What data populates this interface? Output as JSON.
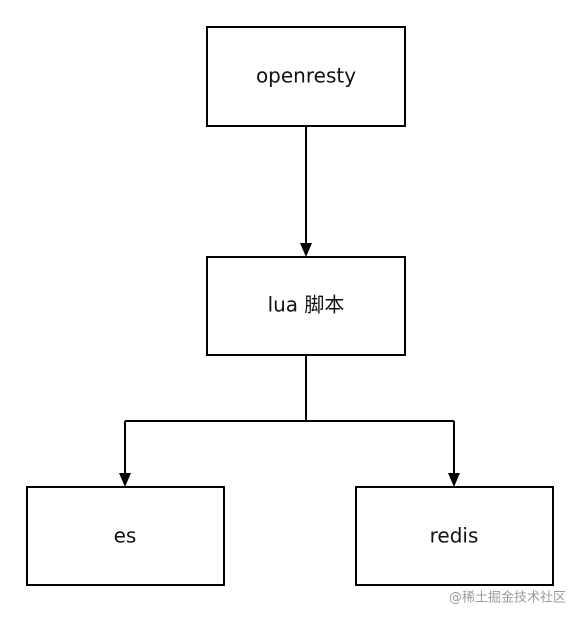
{
  "nodes": {
    "openresty": {
      "label": "openresty"
    },
    "lua": {
      "label": "lua 脚本"
    },
    "es": {
      "label": "es"
    },
    "redis": {
      "label": "redis"
    }
  },
  "edges": [
    {
      "from": "openresty",
      "to": "lua"
    },
    {
      "from": "lua",
      "to": "es"
    },
    {
      "from": "lua",
      "to": "redis"
    }
  ],
  "watermark": "@稀土掘金技术社区",
  "colors": {
    "stroke": "#000000",
    "text": "#111111",
    "watermark": "#9a9a9a",
    "background": "#ffffff"
  }
}
